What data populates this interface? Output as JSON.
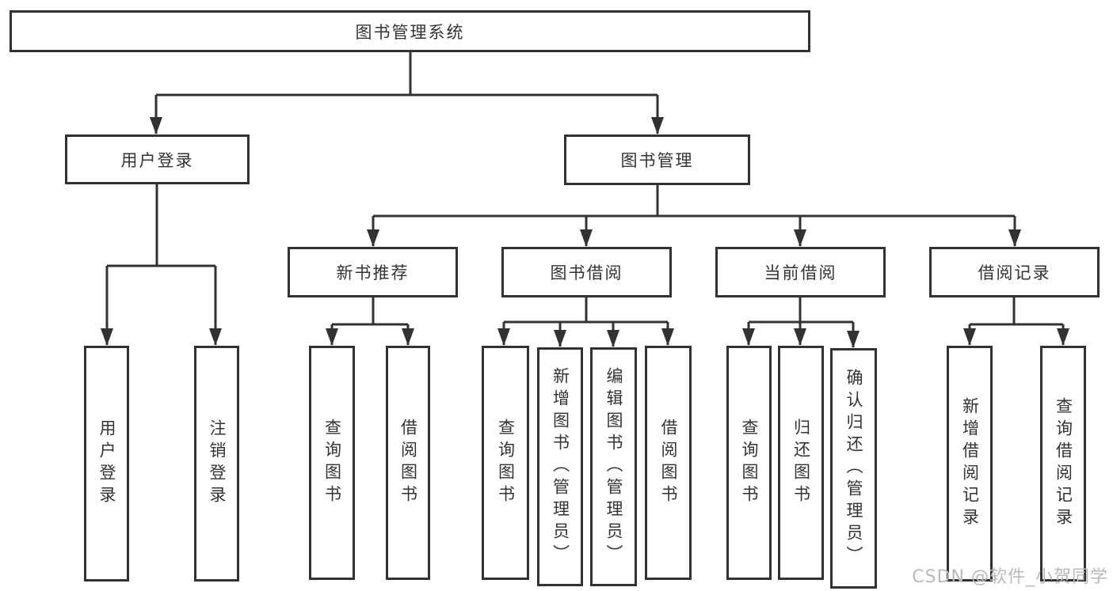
{
  "diagram": {
    "type": "hierarchy-tree",
    "orientation": "top-down"
  },
  "colors": {
    "line": "#323232",
    "box_border": "#323232",
    "text": "#333333",
    "background": "#ffffff",
    "watermark": "#b9b9b9"
  },
  "tree": {
    "label": "图书管理系统",
    "children": [
      {
        "label": "用户登录",
        "children": [
          {
            "label": "用户登录"
          },
          {
            "label": "注销登录"
          }
        ]
      },
      {
        "label": "图书管理",
        "children": [
          {
            "label": "新书推荐",
            "children": [
              {
                "label": "查询图书"
              },
              {
                "label": "借阅图书"
              }
            ]
          },
          {
            "label": "图书借阅",
            "children": [
              {
                "label": "查询图书"
              },
              {
                "label": "新增图书（管理员）"
              },
              {
                "label": "编辑图书（管理员）"
              },
              {
                "label": "借阅图书"
              }
            ]
          },
          {
            "label": "当前借阅",
            "children": [
              {
                "label": "查询图书"
              },
              {
                "label": "归还图书"
              },
              {
                "label": "确认归还（管理员）"
              }
            ]
          },
          {
            "label": "借阅记录",
            "children": [
              {
                "label": "新增借阅记录"
              },
              {
                "label": "查询借阅记录"
              }
            ]
          }
        ]
      }
    ]
  },
  "watermark": {
    "text": "CSDN @软件_小贺同学"
  }
}
